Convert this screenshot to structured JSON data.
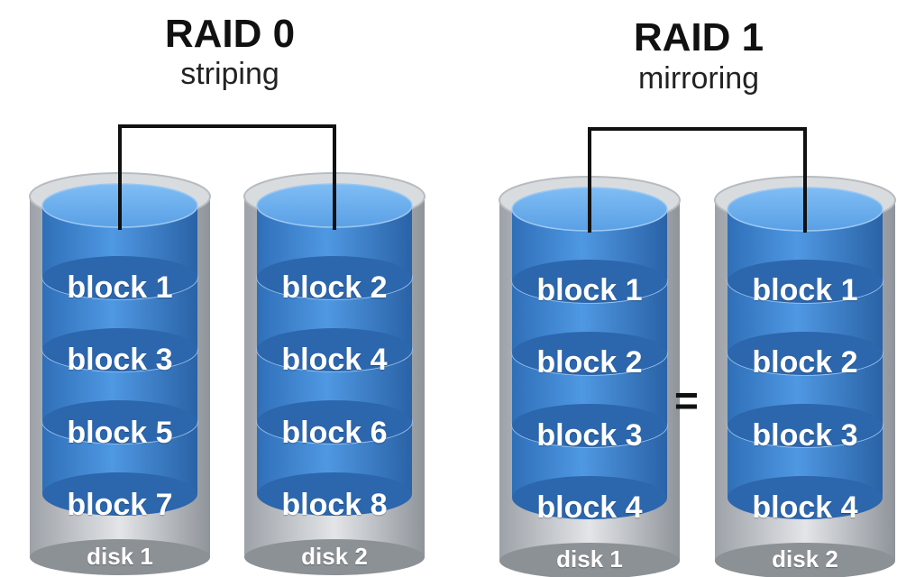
{
  "raid0": {
    "title": "RAID 0",
    "subtitle": "striping",
    "disks": [
      {
        "label": "disk 1",
        "blocks": [
          "block 1",
          "block 3",
          "block 5",
          "block 7"
        ]
      },
      {
        "label": "disk 2",
        "blocks": [
          "block 2",
          "block 4",
          "block 6",
          "block 8"
        ]
      }
    ]
  },
  "raid1": {
    "title": "RAID 1",
    "subtitle": "mirroring",
    "equals": "=",
    "disks": [
      {
        "label": "disk 1",
        "blocks": [
          "block 1",
          "block 2",
          "block 3",
          "block 4"
        ]
      },
      {
        "label": "disk 2",
        "blocks": [
          "block 1",
          "block 2",
          "block 3",
          "block 4"
        ]
      }
    ]
  },
  "colors": {
    "block_fill": "#4a8fdc",
    "block_top": "#6fb1f0",
    "disk_shell": "#c9ccd0",
    "connector": "#111111"
  }
}
